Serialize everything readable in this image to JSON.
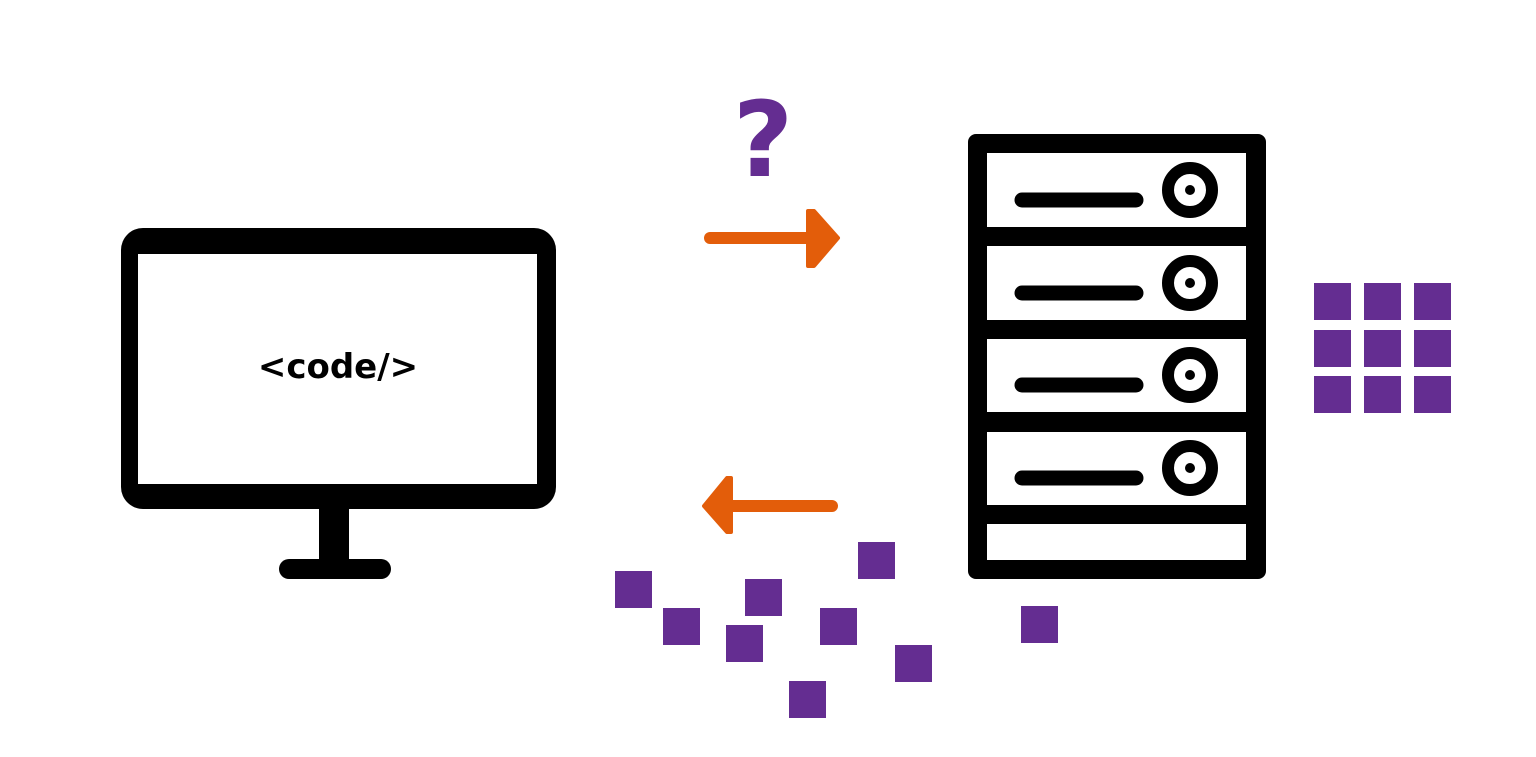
{
  "colors": {
    "ink": "#000000",
    "accent_purple": "#642d91",
    "arrow_orange": "#e35d0a",
    "background": "#ffffff"
  },
  "computer": {
    "icon": "monitor-icon",
    "screen_text": "<code/>"
  },
  "request": {
    "symbol": "?",
    "arrow": "arrow-right-icon"
  },
  "response": {
    "arrow": "arrow-left-icon",
    "data_icon": "scattered-data-blocks"
  },
  "server": {
    "icon": "server-rack-icon",
    "units": 5,
    "data_icon": "data-grid-icon",
    "data_grid": {
      "rows": 3,
      "cols": 3
    }
  }
}
